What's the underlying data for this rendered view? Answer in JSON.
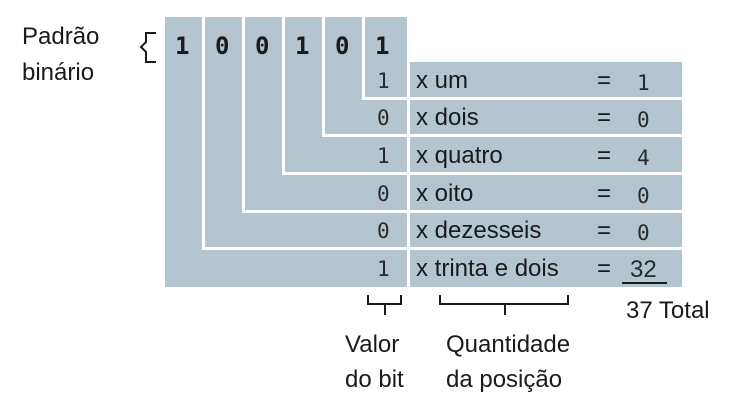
{
  "left_label": {
    "line1": "Padrão",
    "line2": "binário"
  },
  "bits": [
    "1",
    "0",
    "0",
    "1",
    "0",
    "1"
  ],
  "rows": [
    {
      "bit": "1",
      "label": "x um",
      "eq": "=",
      "result": "1"
    },
    {
      "bit": "0",
      "label": "x dois",
      "eq": "=",
      "result": "0"
    },
    {
      "bit": "1",
      "label": "x quatro",
      "eq": "=",
      "result": "4"
    },
    {
      "bit": "0",
      "label": "x oito",
      "eq": "=",
      "result": "0"
    },
    {
      "bit": "0",
      "label": "x dezesseis",
      "eq": "=",
      "result": "0"
    },
    {
      "bit": "1",
      "label": "x trinta e dois",
      "eq": "=",
      "result": "32"
    }
  ],
  "total": "37 Total",
  "bottom_labels": {
    "bit_value": {
      "line1": "Valor",
      "line2": "do bit"
    },
    "position_amount": {
      "line1": "Quantidade",
      "line2": "da posição"
    }
  },
  "colors": {
    "block": "#b3c6cf",
    "text": "#1a1a1a"
  }
}
